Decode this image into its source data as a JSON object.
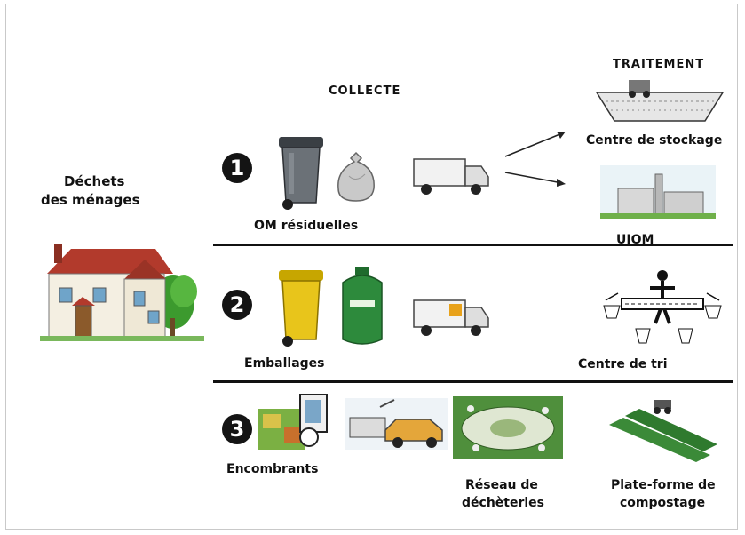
{
  "collect_header": "COLLECTE",
  "treatment_header": "TRAITEMENT",
  "source_label_line1": "Déchets",
  "source_label_line2": "des ménages",
  "rows": [
    {
      "number": "1",
      "label": "OM résiduelles"
    },
    {
      "number": "2",
      "label": "Emballages"
    },
    {
      "number": "3",
      "label": "Encombrants"
    }
  ],
  "destinations": {
    "landfill": "Centre de stockage",
    "incinerator": "UIOM",
    "sorting": "Centre de tri",
    "drop_off_line1": "Réseau de",
    "drop_off_line2": "déchèteries",
    "compost_line1": "Plate-forme de",
    "compost_line2": "compostage"
  }
}
